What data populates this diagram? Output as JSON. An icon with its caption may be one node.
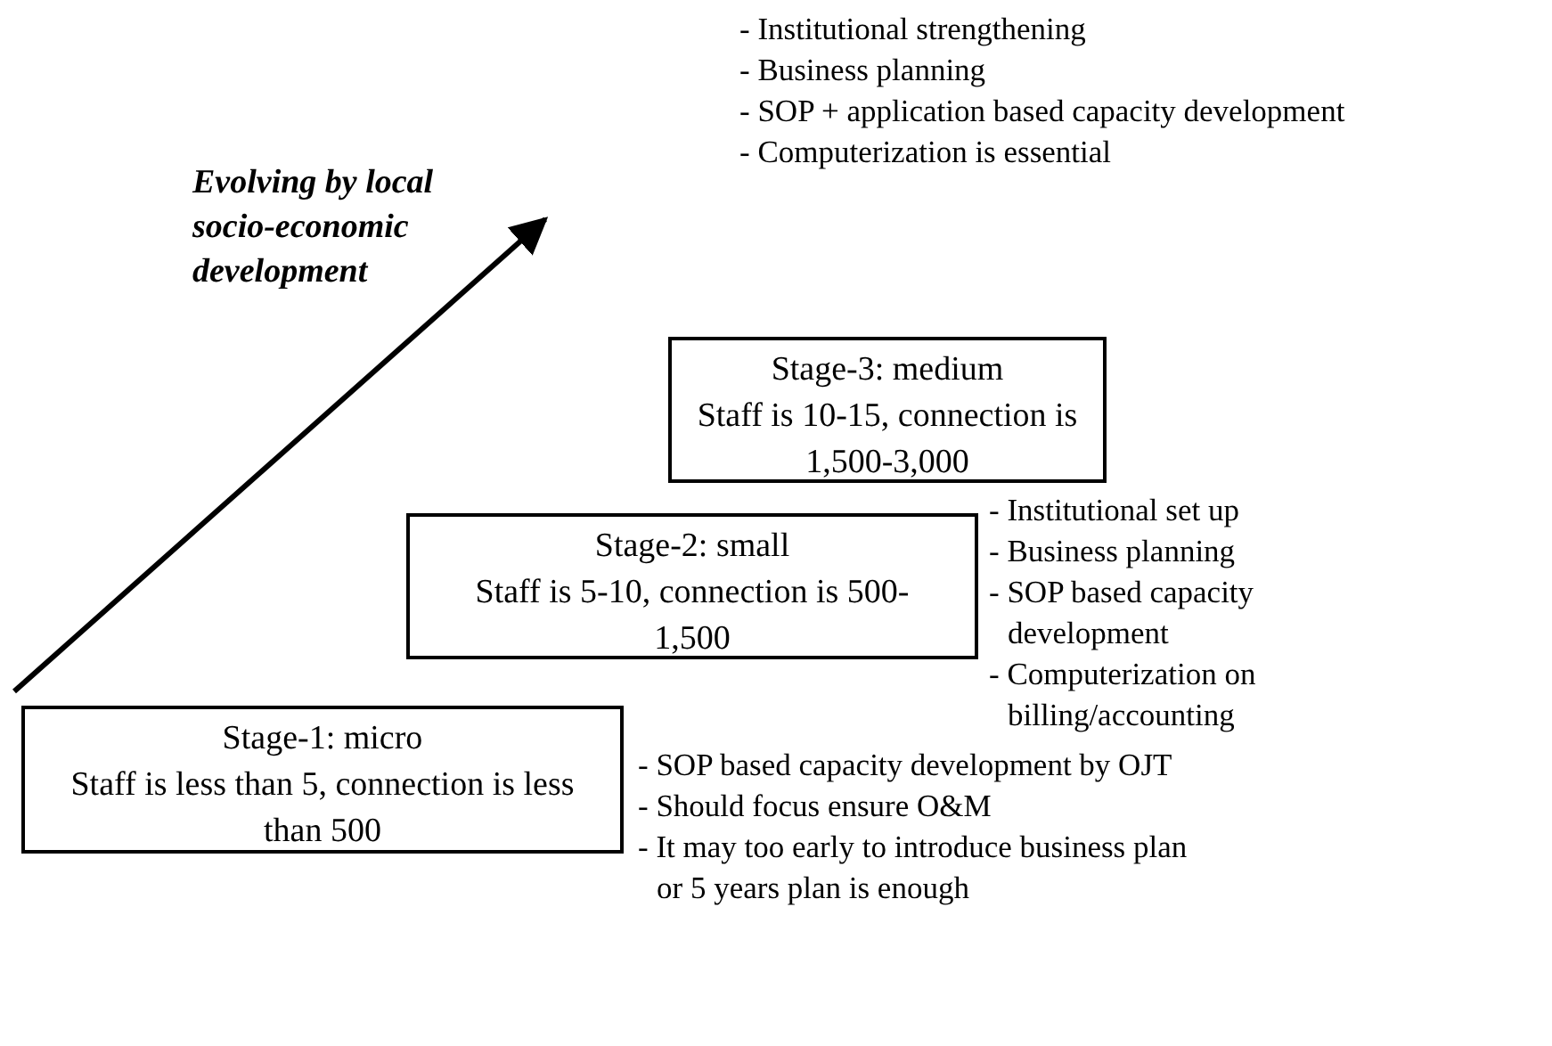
{
  "diagram": {
    "nodes": [
      {
        "text": [
          "Stage-3: medium",
          "Staff is 10-15, connection is 1,500-3,000"
        ],
        "beside": [
          "- Institutional strengthening",
          "- Business planning",
          "- SOP + application based capacity development",
          "- Computerization is essential"
        ]
      },
      {
        "text": [
          "Stage-2: small",
          "Staff is 5-10, connection is 500-1,500"
        ],
        "beside": [
          "- Institutional set up",
          "- Business planning",
          "- SOP based capacity development",
          "- Computerization on billing/accounting"
        ]
      },
      {
        "text": [
          "Stage-1: micro",
          "Staff is less than 5, connection is less than 500"
        ],
        "beside": [
          "- SOP based capacity development by OJT",
          "- Should focus ensure O&M",
          "- It may too early to introduce business plan or 5 years plan is enough"
        ]
      }
    ],
    "edges": [],
    "labels": [
      "Evolving by local socio-economic development"
    ]
  }
}
